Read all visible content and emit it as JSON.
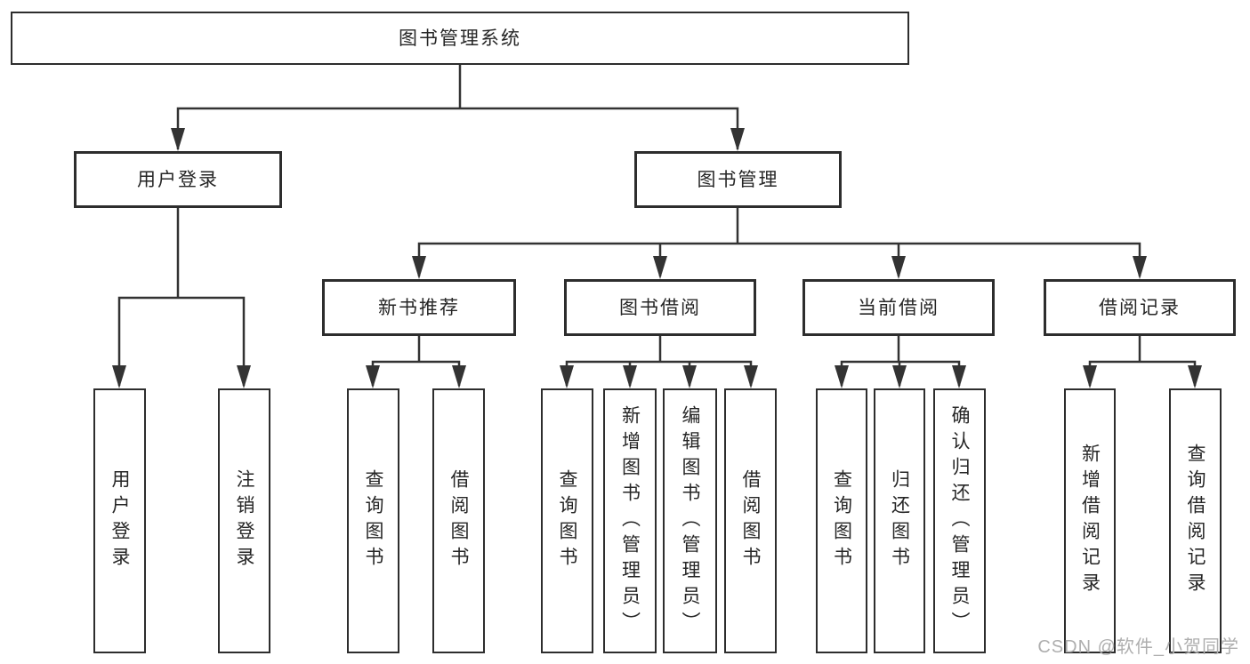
{
  "diagram": {
    "title": "图书管理系统",
    "nodes": {
      "root": "图书管理系统",
      "user_login": "用户登录",
      "book_management": "图书管理",
      "new_book_recommend": "新书推荐",
      "book_borrow": "图书借阅",
      "current_borrow": "当前借阅",
      "borrow_records": "借阅记录",
      "leaf_user_login": "用户登录",
      "leaf_logout_login": "注销登录",
      "leaf_query_books_a": "查询图书",
      "leaf_borrow_books_a": "借阅图书",
      "leaf_query_books_b": "查询图书",
      "leaf_add_books_admin": "新增图书（管理员）",
      "leaf_edit_books_admin": "编辑图书（管理员）",
      "leaf_borrow_books_b": "借阅图书",
      "leaf_query_books_c": "查询图书",
      "leaf_return_books": "归还图书",
      "leaf_confirm_return_admin": "确认归还（管理员）",
      "leaf_add_borrow_record": "新增借阅记录",
      "leaf_query_borrow_record": "查询借阅记录"
    },
    "hierarchy": {
      "图书管理系统": {
        "用户登录": [
          "用户登录",
          "注销登录"
        ],
        "图书管理": {
          "新书推荐": [
            "查询图书",
            "借阅图书"
          ],
          "图书借阅": [
            "查询图书",
            "新增图书（管理员）",
            "编辑图书（管理员）",
            "借阅图书"
          ],
          "当前借阅": [
            "查询图书",
            "归还图书",
            "确认归还（管理员）"
          ],
          "借阅记录": [
            "新增借阅记录",
            "查询借阅记录"
          ]
        }
      }
    },
    "colors": {
      "line": "#333333",
      "box_border": "#2d2d2d",
      "text": "#262626",
      "background": "#ffffff",
      "watermark": "#aeaeae"
    }
  },
  "watermark": {
    "text": "CSDN @软件_小贺同学"
  }
}
